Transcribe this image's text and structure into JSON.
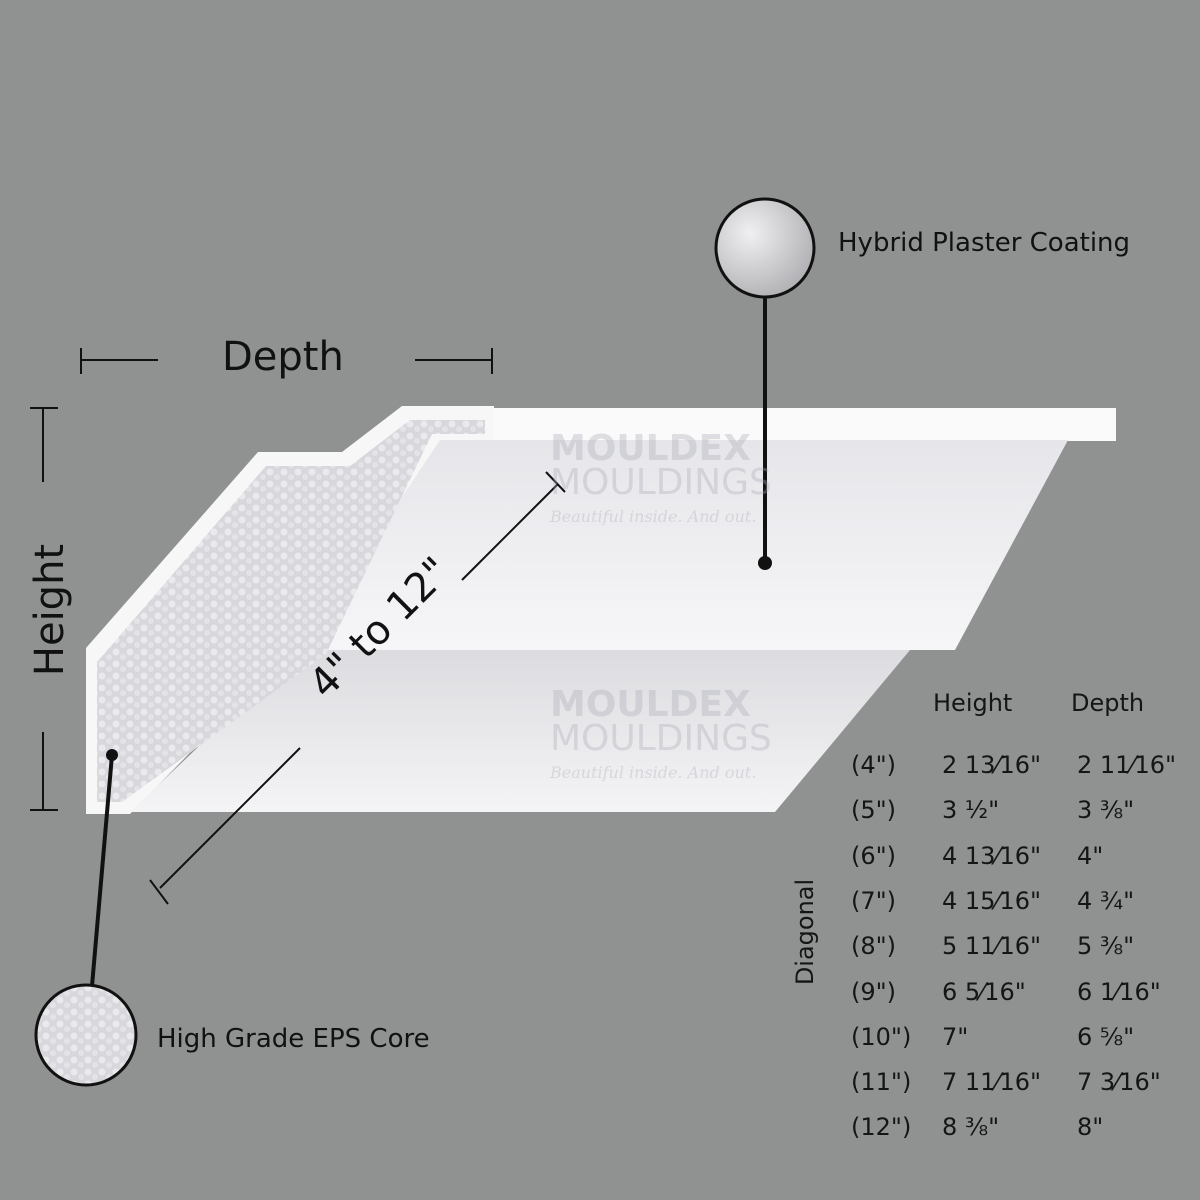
{
  "callouts": {
    "coating": "Hybrid Plaster Coating",
    "core": "High Grade EPS Core"
  },
  "dimensions": {
    "depth": "Depth",
    "height": "Height",
    "diagonal_range": "4\" to 12\""
  },
  "watermark": {
    "line1": "MOULDEX",
    "line2": "MOULDINGS",
    "tagline": "Beautiful inside. And out."
  },
  "size_table": {
    "row_axis_label": "Diagonal",
    "headers": [
      "Height",
      "Depth"
    ],
    "rows": [
      {
        "diagonal": "(4\")",
        "height": "2 13⁄16\"",
        "depth": "2 11⁄16\""
      },
      {
        "diagonal": "(5\")",
        "height": "3 ½\"",
        "depth": "3 ⅜\""
      },
      {
        "diagonal": "(6\")",
        "height": "4 13⁄16\"",
        "depth": "4\""
      },
      {
        "diagonal": "(7\")",
        "height": "4 15⁄16\"",
        "depth": "4 ¾\""
      },
      {
        "diagonal": "(8\")",
        "height": "5 11⁄16\"",
        "depth": "5 ⅜\""
      },
      {
        "diagonal": "(9\")",
        "height": "6 5⁄16\"",
        "depth": "6 1⁄16\""
      },
      {
        "diagonal": "(10\")",
        "height": "7\"",
        "depth": "6 ⅝\""
      },
      {
        "diagonal": "(11\")",
        "height": "7 11⁄16\"",
        "depth": "7 3⁄16\""
      },
      {
        "diagonal": "(12\")",
        "height": "8 ⅜\"",
        "depth": "8\""
      }
    ]
  },
  "colors": {
    "background": "#909291",
    "moulding": "#f2f2f4",
    "ink": "#111111"
  }
}
